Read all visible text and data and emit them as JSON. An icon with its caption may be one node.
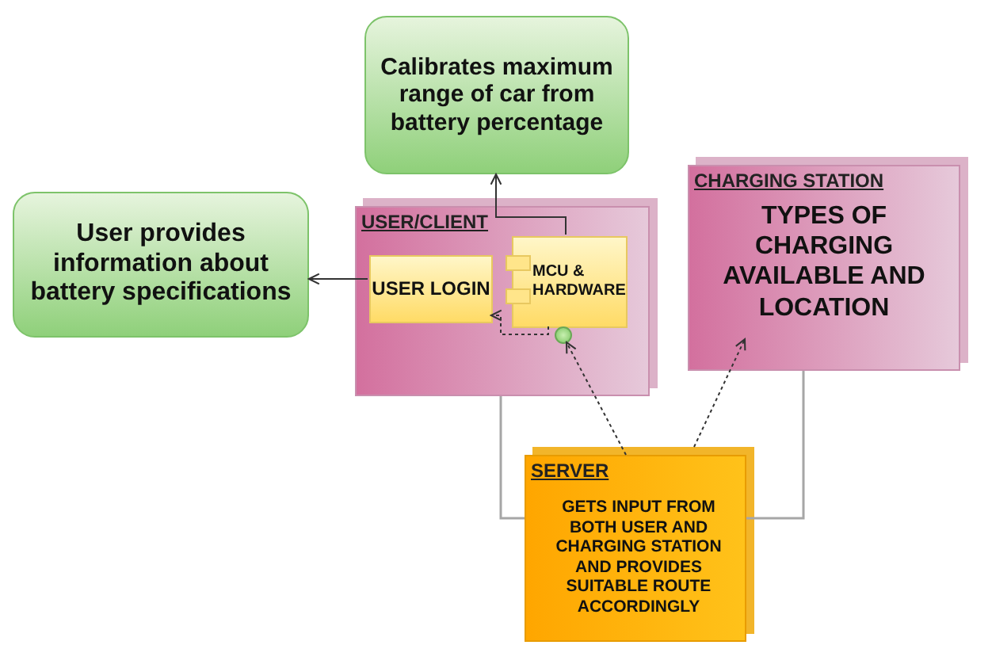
{
  "diagram": {
    "nodes": [
      {
        "text": [
          "Calibrates maximum range of car from battery percentage"
        ]
      },
      {
        "text": [
          "User provides information about battery specifications"
        ]
      },
      {
        "text": [
          "USER/CLIENT"
        ]
      },
      {
        "text": [
          "USER LOGIN"
        ],
        "in": 2
      },
      {
        "text": [
          "MCU & HARDWARE"
        ],
        "in": 2
      },
      {
        "text": [],
        "shape": "circle",
        "in": 2
      },
      {
        "text": [
          "CHARGING STATION",
          "TYPES OF CHARGING AVAILABLE AND LOCATION"
        ]
      },
      {
        "text": [
          "SERVER",
          "GETS INPUT FROM BOTH USER AND CHARGING STATION AND PROVIDES SUITABLE ROUTE ACCORDINGLY"
        ]
      }
    ],
    "edges": [
      {
        "from": 4,
        "to": 0,
        "arrow": "to"
      },
      {
        "from": 3,
        "to": 1,
        "arrow": "to"
      },
      {
        "from": 4,
        "to": 3,
        "arrow": "to",
        "style": "dashed"
      },
      {
        "from": 7,
        "to": 5,
        "arrow": "to",
        "style": "dashed"
      },
      {
        "from": 7,
        "to": 6,
        "arrow": "to",
        "style": "dashed"
      },
      {
        "from": 2,
        "to": 7,
        "arrow": "none",
        "color": "#a6a6a6"
      },
      {
        "from": 6,
        "to": 7,
        "arrow": "none",
        "color": "#a6a6a6"
      }
    ]
  }
}
